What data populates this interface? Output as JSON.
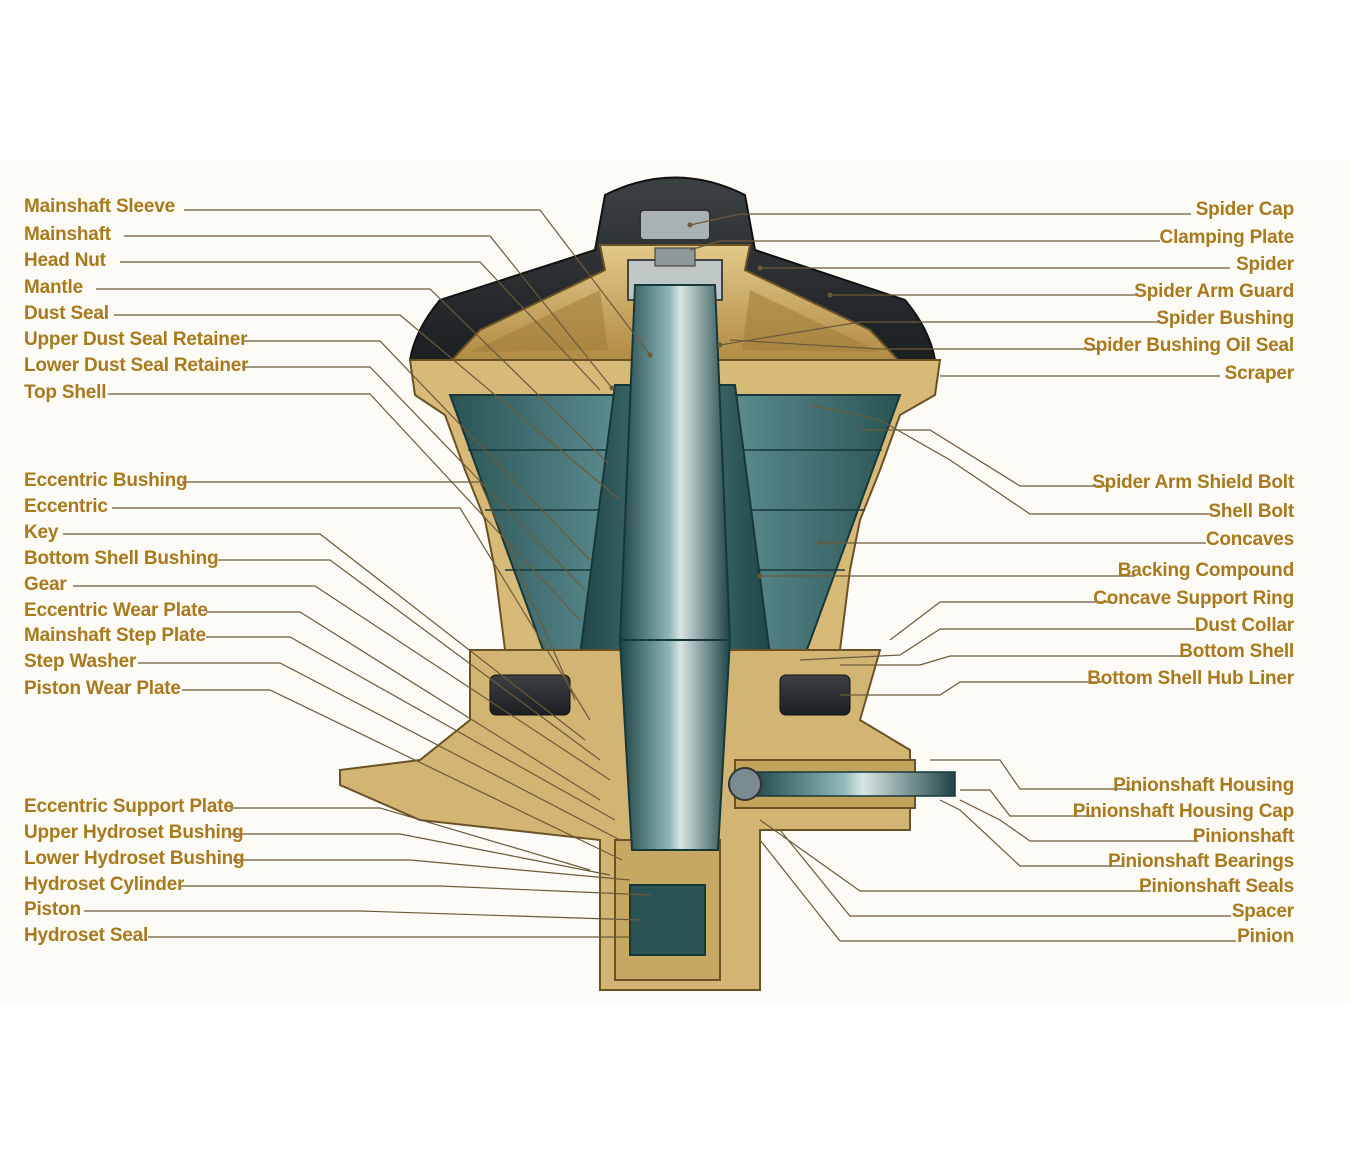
{
  "left_labels": [
    "Mainshaft Sleeve",
    "Mainshaft",
    "Head Nut",
    "Mantle",
    "Dust Seal",
    "Upper Dust Seal Retainer",
    "Lower Dust Seal Retainer",
    "Top Shell",
    "Eccentric Bushing",
    "Eccentric",
    "Key",
    "Bottom Shell Bushing",
    "Gear",
    "Eccentric Wear Plate",
    "Mainshaft Step Plate",
    "Step Washer",
    "Piston Wear Plate",
    "Eccentric Support Plate",
    "Upper Hydroset Bushing",
    "Lower Hydroset Bushing",
    "Hydroset Cylinder",
    "Piston",
    "Hydroset Seal"
  ],
  "right_labels": [
    "Spider Cap",
    "Clamping Plate",
    "Spider",
    "Spider Arm Guard",
    "Spider Bushing",
    "Spider Bushing Oil Seal",
    "Scraper",
    "Spider Arm Shield Bolt",
    "Shell Bolt",
    "Concaves",
    "Backing Compound",
    "Concave Support Ring",
    "Dust Collar",
    "Bottom Shell",
    "Bottom Shell Hub Liner",
    "Pinionshaft Housing",
    "Pinionshaft Housing Cap",
    "Pinionshaft",
    "Pinionshaft Bearings",
    "Pinionshaft Seals",
    "Spacer",
    "Pinion"
  ],
  "colors": {
    "label": "#a8791d",
    "leader": "#6b5a3a",
    "bronze": "#c9a85f",
    "bronze_dark": "#8a6a2a",
    "steel_teal": "#2e5a5c",
    "steel_light": "#6f9aa0",
    "rubber": "#2a2d2f"
  }
}
